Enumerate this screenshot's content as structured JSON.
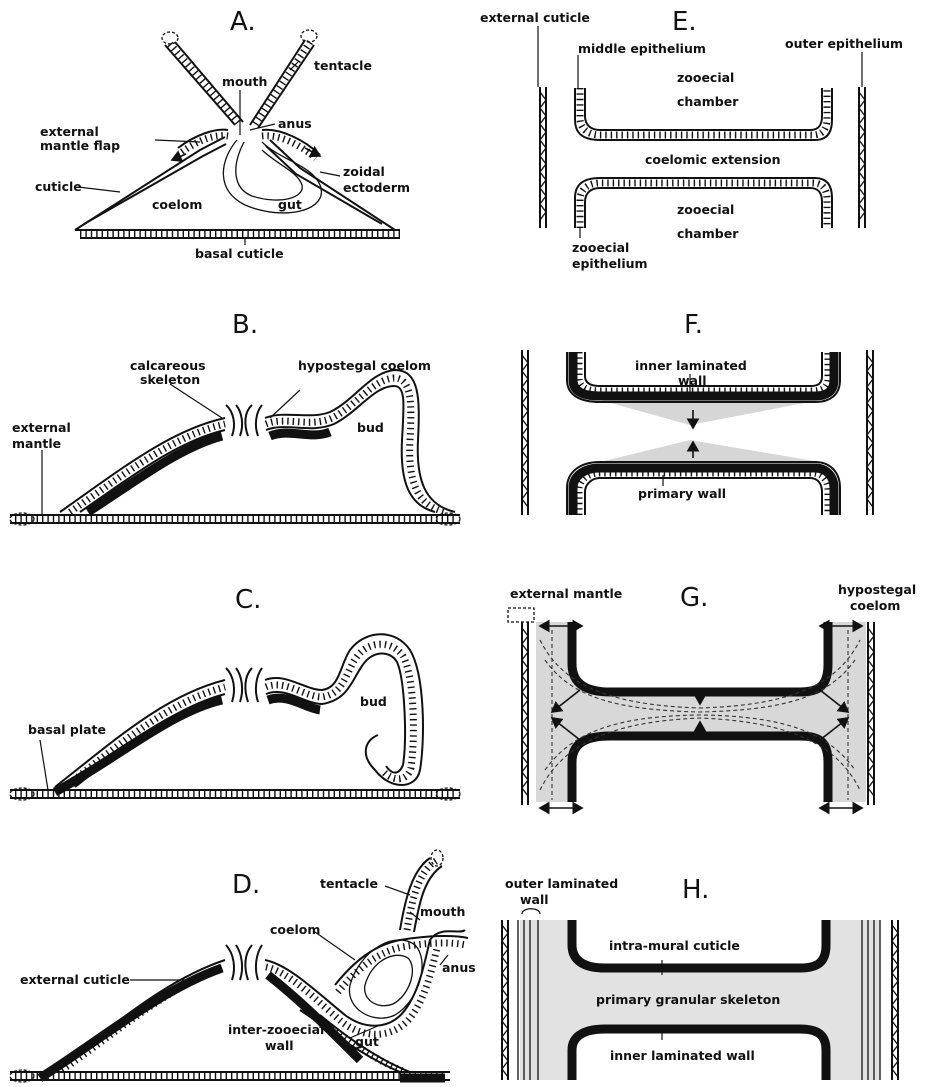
{
  "panels": {
    "A": {
      "title": "A.",
      "labels": {
        "mouth": "mouth",
        "tentacle": "tentacle",
        "anus": "anus",
        "external_mantle_flap_1": "external",
        "external_mantle_flap_2": "mantle flap",
        "cuticle": "cuticle",
        "coelom": "coelom",
        "gut": "gut",
        "zoidal_ectoderm_1": "zoidal",
        "zoidal_ectoderm_2": "ectoderm",
        "basal_cuticle": "basal cuticle"
      }
    },
    "B": {
      "title": "B.",
      "labels": {
        "calcareous_skeleton_1": "calcareous",
        "calcareous_skeleton_2": "skeleton",
        "hypostegal_coelom": "hypostegal coelom",
        "external_mantle_1": "external",
        "external_mantle_2": "mantle",
        "bud": "bud"
      }
    },
    "C": {
      "title": "C.",
      "labels": {
        "basal_plate": "basal plate",
        "bud": "bud"
      }
    },
    "D": {
      "title": "D.",
      "labels": {
        "tentacle": "tentacle",
        "mouth": "mouth",
        "coelom": "coelom",
        "anus": "anus",
        "external_cuticle": "external cuticle",
        "gut": "gut",
        "inter_zooecial_wall_1": "inter-zooecial",
        "inter_zooecial_wall_2": "wall"
      }
    },
    "E": {
      "title": "E.",
      "labels": {
        "external_cuticle": "external cuticle",
        "middle_epithelium": "middle epithelium",
        "outer_epithelium": "outer epithelium",
        "zooecial_chamber_top_1": "zooecial",
        "zooecial_chamber_top_2": "chamber",
        "coelomic_extension": "coelomic  extension",
        "zooecial_chamber_bottom_1": "zooecial",
        "zooecial_chamber_bottom_2": "chamber",
        "zooecial_epithelium_1": "zooecial",
        "zooecial_epithelium_2": "epithelium"
      }
    },
    "F": {
      "title": "F.",
      "labels": {
        "inner_laminated_wall_1": "inner laminated",
        "inner_laminated_wall_2": "wall",
        "primary_wall": "primary  wall"
      }
    },
    "G": {
      "title": "G.",
      "labels": {
        "external_mantle": "external  mantle",
        "hypostegal_coelom_1": "hypostegal",
        "hypostegal_coelom_2": "coelom"
      }
    },
    "H": {
      "title": "H.",
      "labels": {
        "outer_laminated_wall_1": "outer laminated",
        "outer_laminated_wall_2": "wall",
        "intra_mural_cuticle": "intra-mural cuticle",
        "primary_granular_skeleton": "primary granular skeleton",
        "inner_laminated_wall": "inner laminated wall"
      }
    }
  }
}
